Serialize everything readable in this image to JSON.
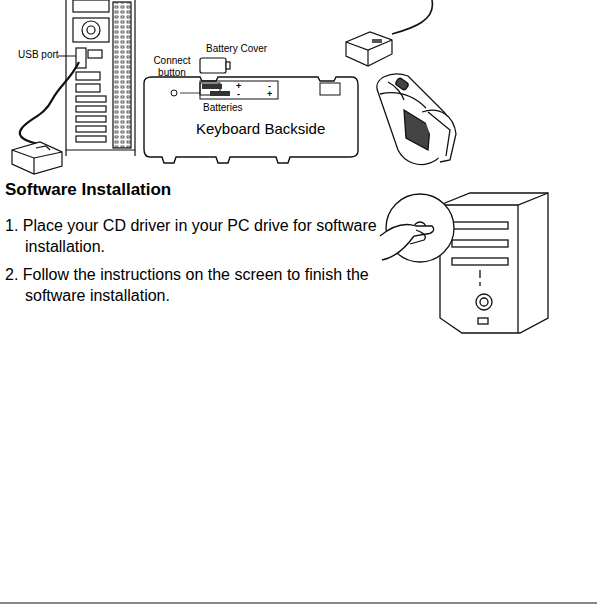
{
  "diagram": {
    "title": "Software Installation",
    "nodes": [
      {
        "text": [
          "Keyboard Backside"
        ]
      }
    ],
    "labels": [
      "USB port",
      "Connect button",
      "Battery Cover",
      "Batteries",
      "+",
      "-",
      "-",
      "+",
      "1. Place your CD driver in your PC drive for software installation.",
      "2. Follow the instructions on the screen to finish the software installation."
    ]
  }
}
